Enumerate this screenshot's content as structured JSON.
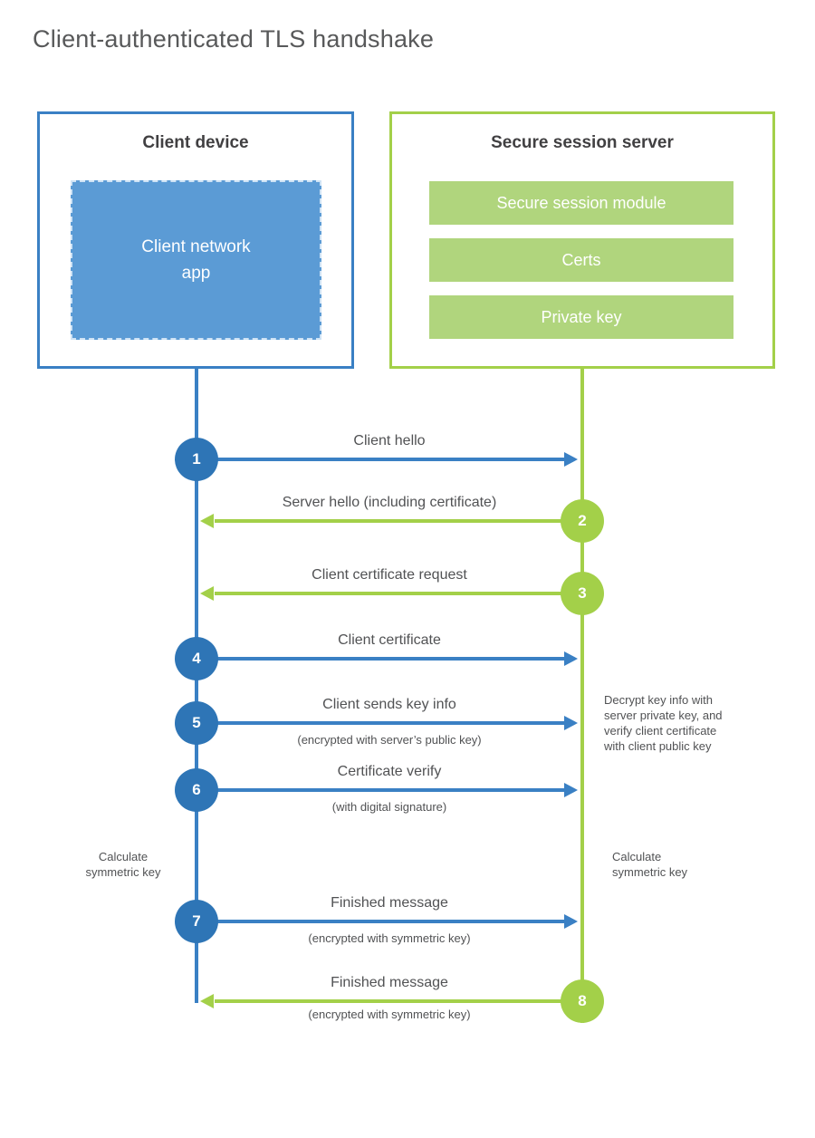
{
  "title": "Client-authenticated TLS handshake",
  "colors": {
    "blue": "#3a80c4",
    "blue_circle": "#2e75b6",
    "blue_fill": "#5b9bd5",
    "blue_dash": "#cfe3f5",
    "green": "#a3d049",
    "green_fill": "#b0d57d",
    "heading": "#414042",
    "text": "#515254",
    "title_color": "#58595a"
  },
  "client": {
    "heading": "Client device",
    "app": "Client network\napp"
  },
  "server": {
    "heading": "Secure session server",
    "modules": [
      "Secure session module",
      "Certs",
      "Private key"
    ]
  },
  "messages": [
    {
      "num": "1",
      "from": "client",
      "label": "Client hello",
      "sub": ""
    },
    {
      "num": "2",
      "from": "server",
      "label": "Server hello (including certificate)",
      "sub": ""
    },
    {
      "num": "3",
      "from": "server",
      "label": "Client certificate request",
      "sub": ""
    },
    {
      "num": "4",
      "from": "client",
      "label": "Client certificate",
      "sub": ""
    },
    {
      "num": "5",
      "from": "client",
      "label": "Client sends key info",
      "sub": "(encrypted with server’s public key)"
    },
    {
      "num": "6",
      "from": "client",
      "label": "Certificate verify",
      "sub": "(with digital signature)"
    },
    {
      "num": "7",
      "from": "client",
      "label": "Finished message",
      "sub": "(encrypted with symmetric key)"
    },
    {
      "num": "8",
      "from": "server",
      "label": "Finished message",
      "sub": "(encrypted with symmetric key)"
    }
  ],
  "side_notes": {
    "decrypt": "Decrypt key info with\nserver private key, and\nverify client certificate\nwith client public key",
    "calc_left": "Calculate\nsymmetric key",
    "calc_right": "Calculate\nsymmetric key"
  }
}
